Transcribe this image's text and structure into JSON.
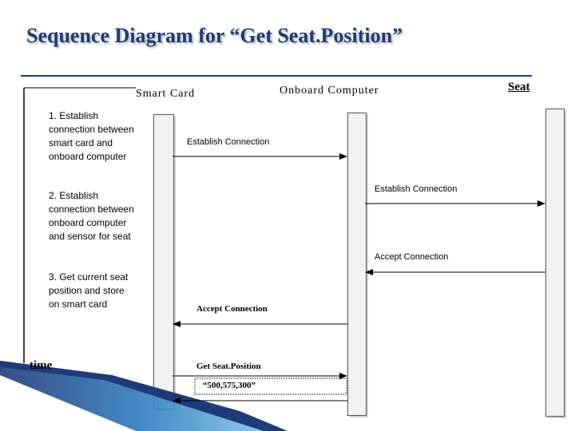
{
  "title": "Sequence Diagram for “Get Seat.Position”",
  "participants": {
    "smart_card": "Smart Card",
    "onboard_computer": "Onboard Computer",
    "seat": "Seat"
  },
  "steps": [
    "1. Establish connection between smart card and onboard computer",
    "2. Establish connection between onboard computer and sensor for seat",
    "3. Get current seat position and store on smart card"
  ],
  "time_label": "time",
  "messages": [
    {
      "label": "Establish Connection",
      "from": "smart_card",
      "to": "onboard_computer"
    },
    {
      "label": "Establish Connection",
      "from": "onboard_computer",
      "to": "seat"
    },
    {
      "label": "Accept Connection",
      "from": "seat",
      "to": "onboard_computer"
    },
    {
      "label": "Accept Connection",
      "from": "onboard_computer",
      "to": "smart_card"
    },
    {
      "label": "Get Seat.Position",
      "from": "smart_card",
      "to": "onboard_computer"
    },
    {
      "label": "“500,575,300”",
      "from": "onboard_computer",
      "to": "smart_card"
    }
  ]
}
